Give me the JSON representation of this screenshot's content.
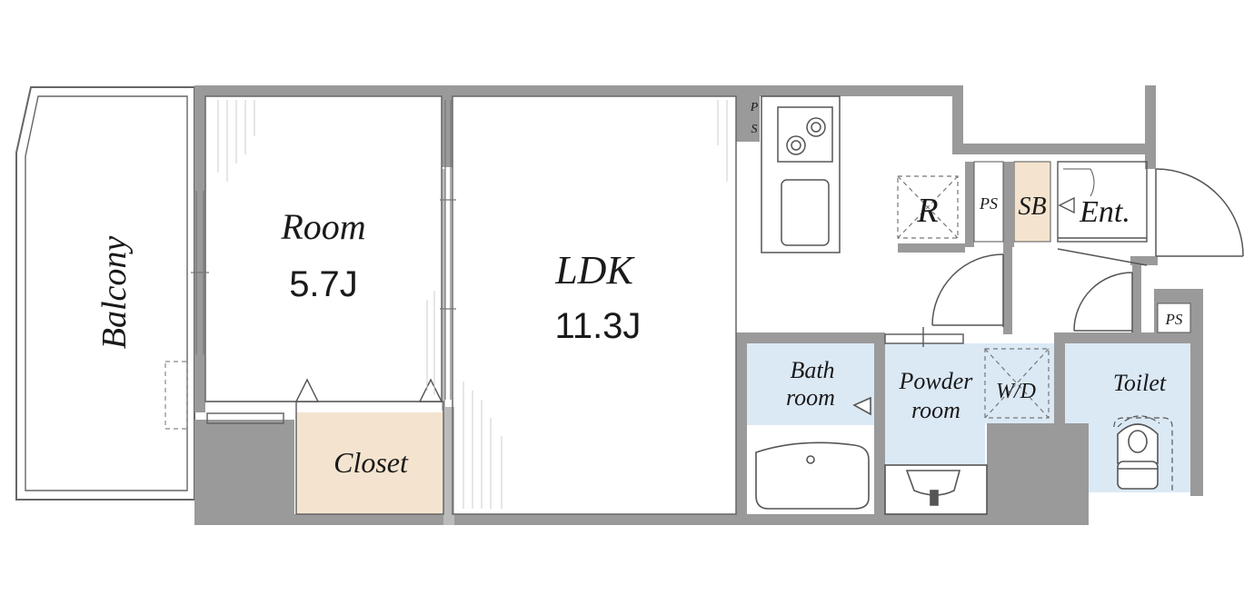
{
  "colors": {
    "wall": "#9a9a9a",
    "wet_area": "#dbe9f5",
    "storage": "#f4e4cf",
    "line": "#555555",
    "background": "#ffffff"
  },
  "rooms": {
    "balcony": {
      "label": "Balcony"
    },
    "room": {
      "label": "Room",
      "size": "5.7J"
    },
    "ldk": {
      "label": "LDK",
      "size": "11.3J"
    },
    "closet": {
      "label": "Closet"
    },
    "bath": {
      "label_line1": "Bath",
      "label_line2": "room"
    },
    "powder": {
      "label_line1": "Powder",
      "label_line2": "room"
    },
    "washer": {
      "label": "W/D"
    },
    "toilet": {
      "label": "Toilet"
    },
    "refrigerator": {
      "label": "R"
    },
    "pipe_space_top": {
      "line1": "P",
      "line2": "S"
    },
    "pipe_space_hall": {
      "label": "PS"
    },
    "pipe_space_right": {
      "label": "PS"
    },
    "shoe_box": {
      "label": "SB"
    },
    "entrance": {
      "label": "Ent."
    }
  }
}
